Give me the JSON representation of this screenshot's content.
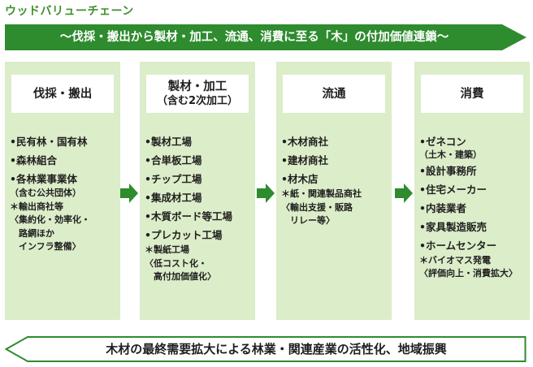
{
  "title": "ウッドバリューチェーン",
  "banner": "〜伐採・搬出から製材・加工、流通、消費に至る「木」の付加価値連鎖〜",
  "columns": [
    {
      "heading": "伐採・搬出",
      "subheading": "",
      "items": [
        "•民有林・国有林",
        "•森林組合",
        "•各林業事業体"
      ],
      "notes": [
        "（含む公共団体）",
        "＊輸出商社等",
        "〈集約化・効率化・",
        "　路網ほか",
        "　インフラ整備〉"
      ]
    },
    {
      "heading": "製材・加工",
      "subheading": "（含む2次加工）",
      "items": [
        "•製材工場",
        "•合単板工場",
        "•チップ工場",
        "•集成材工場",
        "•木質ボード等工場",
        "•プレカット工場"
      ],
      "notes": [
        "＊製紙工場",
        "〈低コスト化・",
        "　高付加価値化〉"
      ]
    },
    {
      "heading": "流通",
      "subheading": "",
      "items": [
        "•木材商社",
        "•建材商社",
        "•材木店"
      ],
      "notes": [
        "＊紙・関連製品商社",
        "〈輸出支援・販路",
        "　リレー等〉"
      ]
    },
    {
      "heading": "消費",
      "subheading": "",
      "items": [
        "•ゼネコン"
      ],
      "notes_top": [
        "（土木・建築）"
      ],
      "items2": [
        "•設計事務所",
        "•住宅メーカー",
        "•内装業者",
        "•家具製造販売",
        "•ホームセンター"
      ],
      "notes": [
        "＊バイオマス発電",
        "〈評価向上・消費拡大〉"
      ]
    }
  ],
  "bottom": "木材の最終需要拡大による林業・関連産業の活性化、地域振興",
  "colors": {
    "green_dark": "#2e8b2e",
    "green_light": "#dcedc9",
    "title_green": "#3f8f2f"
  }
}
